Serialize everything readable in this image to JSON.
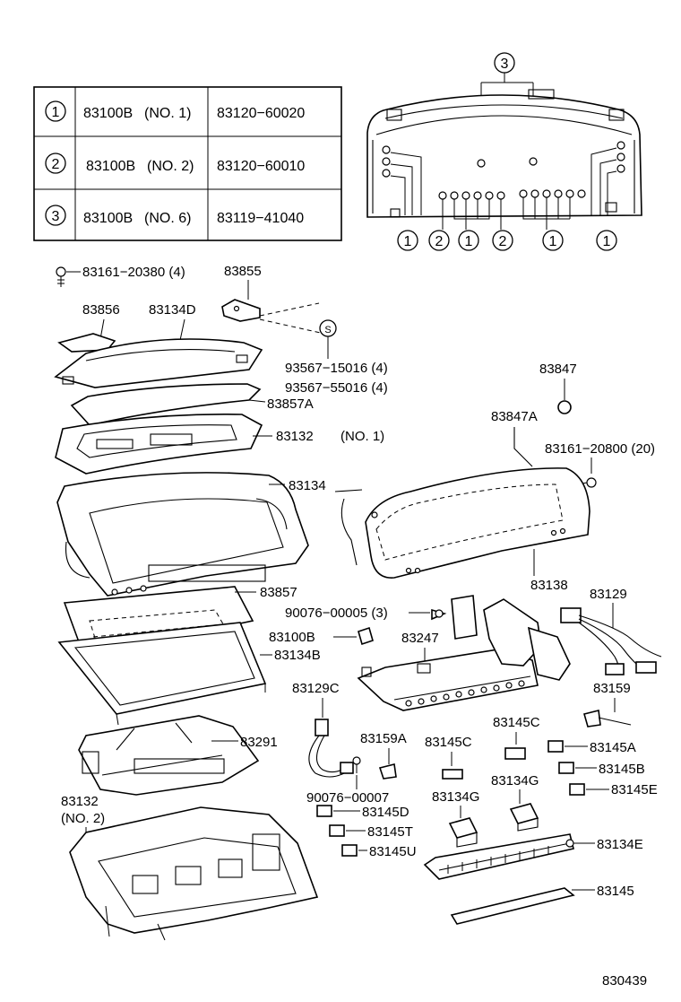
{
  "table": {
    "rows": [
      {
        "mark": "1",
        "name": "83100B",
        "variant": "(NO. 1)",
        "number": "83120−60020"
      },
      {
        "mark": "2",
        "name": "83100B",
        "variant": "(NO. 2)",
        "number": "83120−60010"
      },
      {
        "mark": "3",
        "name": "83100B",
        "variant": "(NO. 6)",
        "number": "83119−41040"
      }
    ]
  },
  "callouts": {
    "top3": "3",
    "bottom": [
      "1",
      "2",
      "1",
      "2",
      "1",
      "1"
    ],
    "s_mark": "S"
  },
  "labels": {
    "p83161_20380": "83161−20380 (4)",
    "p83855": "83855",
    "p83856": "83856",
    "p83134D": "83134D",
    "p93567_15016": "93567−15016 (4)",
    "p93567_55016": "93567−55016 (4)",
    "p83857A": "83857A",
    "p83132": "83132",
    "p83132_no1": "(NO. 1)",
    "p83134": "83134",
    "p83857": "83857",
    "p83100B": "83100B",
    "p83134B": "83134B",
    "p83291": "83291",
    "p83132b": "83132",
    "p83132b_no2": "(NO. 2)",
    "p83847": "83847",
    "p83847A": "83847A",
    "p83161_20800": "83161−20800 (20)",
    "p83138": "83138",
    "p83129": "83129",
    "p90076_00005": "90076−00005 (3)",
    "p83247": "83247",
    "p83129C": "83129C",
    "p83159": "83159",
    "p83159A": "83159A",
    "p83145C_a": "83145C",
    "p83145C_b": "83145C",
    "p83145A": "83145A",
    "p83145B": "83145B",
    "p83145E": "83145E",
    "p90076_00007": "90076−00007",
    "p83134G_a": "83134G",
    "p83134G_b": "83134G",
    "p83145D": "83145D",
    "p83145T": "83145T",
    "p83145U": "83145U",
    "p83134E": "83134E",
    "p83145": "83145",
    "diagram_id": "830439"
  }
}
